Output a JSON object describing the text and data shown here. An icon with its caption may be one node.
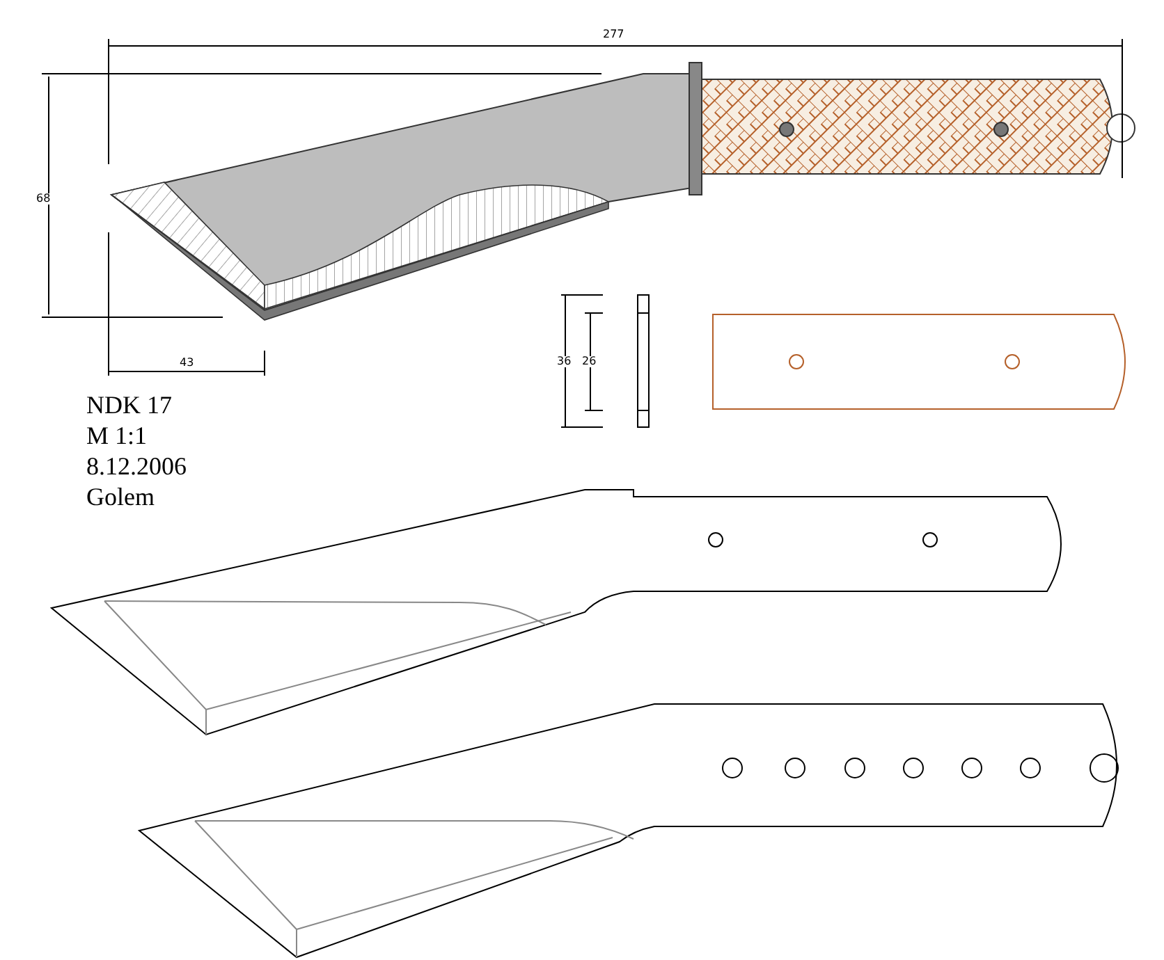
{
  "diagram": {
    "labels": [
      "277",
      "68",
      "36",
      "26",
      "43",
      "NDK 17",
      "M 1:1",
      "8.12.2006",
      "Golem"
    ]
  }
}
